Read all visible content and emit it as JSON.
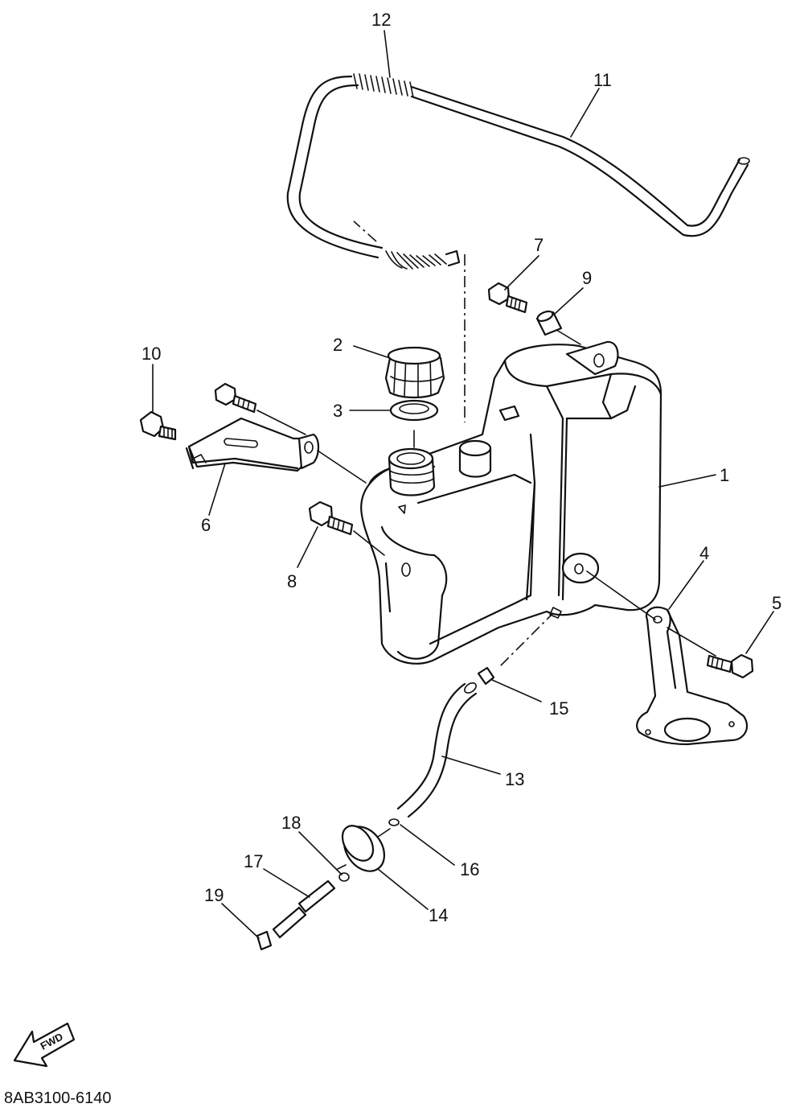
{
  "diagram_code": "8AB3100-6140",
  "fwd_label": "FWD",
  "callouts": {
    "c1": "1",
    "c2": "2",
    "c3": "3",
    "c4": "4",
    "c5": "5",
    "c6": "6",
    "c7": "7",
    "c8": "8",
    "c9": "9",
    "c10": "10",
    "c11": "11",
    "c12": "12",
    "c13": "13",
    "c14": "14",
    "c15": "15",
    "c16": "16",
    "c17": "17",
    "c18": "18",
    "c19": "19"
  }
}
